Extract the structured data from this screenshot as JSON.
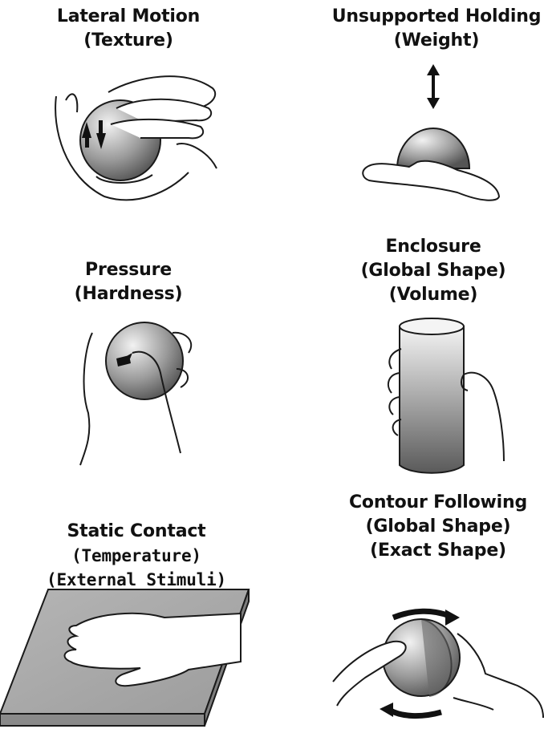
{
  "panels": [
    {
      "id": "lateral-motion",
      "lines": [
        "Lateral Motion",
        "(Texture)"
      ],
      "icon": "hand-rubbing-sphere"
    },
    {
      "id": "unsupported-holding",
      "lines": [
        "Unsupported Holding",
        "(Weight)"
      ],
      "icon": "hand-holding-hemisphere"
    },
    {
      "id": "pressure",
      "lines": [
        "Pressure",
        "(Hardness)"
      ],
      "icon": "thumb-pressing-sphere"
    },
    {
      "id": "enclosure",
      "lines": [
        "Enclosure",
        "(Global Shape)",
        "(Volume)"
      ],
      "icon": "hand-enclosing-cylinder"
    },
    {
      "id": "static-contact",
      "lines": [
        "Static Contact",
        "(Temperature)",
        "(External Stimuli)"
      ],
      "icon": "hand-resting-on-slab"
    },
    {
      "id": "contour-following",
      "lines": [
        "Contour Following",
        "(Global Shape)",
        "(Exact Shape)"
      ],
      "icon": "hands-tracing-sphere"
    }
  ],
  "colors": {
    "outline": "#1a1a1a",
    "shade_dark": "#4a4a4a",
    "shade_light": "#e6e6e6",
    "slab": "#9a9a9a"
  }
}
